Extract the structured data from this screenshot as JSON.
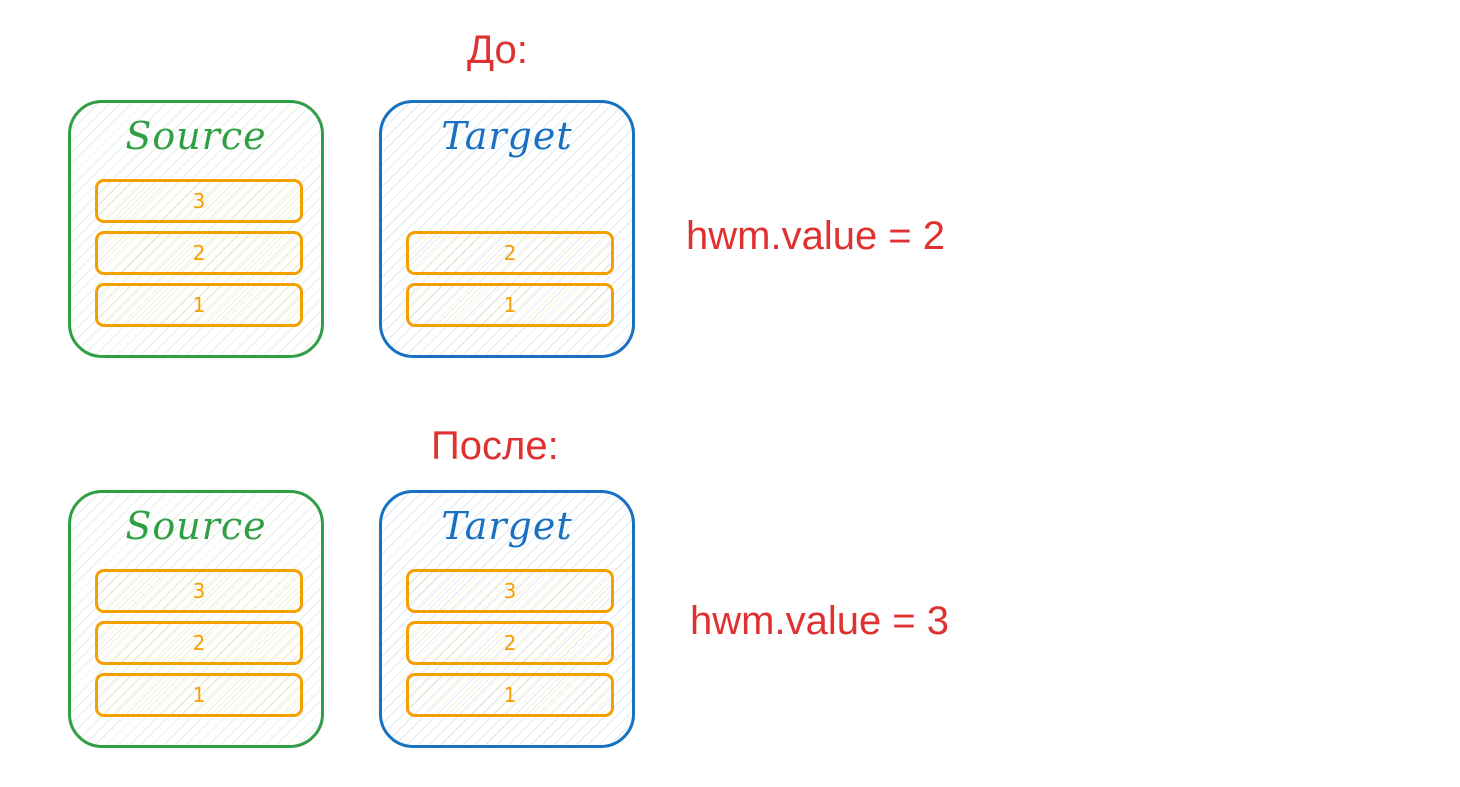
{
  "before": {
    "title": "До:",
    "source": {
      "label": "Source",
      "rows": [
        "3",
        "2",
        "1"
      ]
    },
    "target": {
      "label": "Target",
      "rows": [
        "2",
        "1"
      ]
    },
    "hwm": "hwm.value = 2"
  },
  "after": {
    "title": "После:",
    "source": {
      "label": "Source",
      "rows": [
        "3",
        "2",
        "1"
      ]
    },
    "target": {
      "label": "Target",
      "rows": [
        "3",
        "2",
        "1"
      ]
    },
    "hwm": "hwm.value = 3"
  },
  "colors": {
    "title": "#e03131",
    "source": "#2f9e44",
    "target": "#1971c2",
    "row": "#f59f00"
  }
}
